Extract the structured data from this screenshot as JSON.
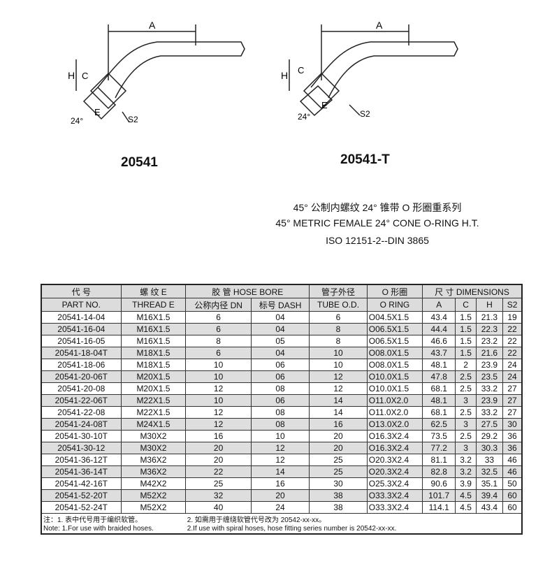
{
  "drawings": [
    {
      "model": "20541",
      "labels": {
        "a": "A",
        "h": "H",
        "c": "C",
        "e": "E",
        "angle": "24°",
        "s2": "S2"
      }
    },
    {
      "model": "20541-T",
      "labels": {
        "a": "A",
        "h": "H",
        "c": "C",
        "e": "E",
        "angle": "24°",
        "s2": "S2"
      }
    }
  ],
  "spec": {
    "line_cn": "45° 公制内螺纹 24° 锥带 O 形圈重系列",
    "line_en": "45° METRIC FEMALE 24° CONE O-RING H.T.",
    "standard": "ISO 12151-2--DIN 3865"
  },
  "table": {
    "header1": {
      "part": "代 号",
      "thread": "螺 纹 E",
      "hose": "胶 管 HOSE BORE",
      "tube": "管子外径",
      "oring": "O 形圈",
      "dims": "尺 寸 DIMENSIONS"
    },
    "header2": [
      "PART NO.",
      "THREAD E",
      "公称内径 DN",
      "标号 DASH",
      "TUBE O.D.",
      "O RING",
      "A",
      "C",
      "H",
      "S2"
    ],
    "rows": [
      [
        "20541-14-04",
        "M16X1.5",
        "6",
        "04",
        "6",
        "O04.5X1.5",
        "43.4",
        "1.5",
        "21.3",
        "19"
      ],
      [
        "20541-16-04",
        "M16X1.5",
        "6",
        "04",
        "8",
        "O06.5X1.5",
        "44.4",
        "1.5",
        "22.3",
        "22"
      ],
      [
        "20541-16-05",
        "M16X1.5",
        "8",
        "05",
        "8",
        "O06.5X1.5",
        "46.6",
        "1.5",
        "23.2",
        "22"
      ],
      [
        "20541-18-04T",
        "M18X1.5",
        "6",
        "04",
        "10",
        "O08.0X1.5",
        "43.7",
        "1.5",
        "21.6",
        "22"
      ],
      [
        "20541-18-06",
        "M18X1.5",
        "10",
        "06",
        "10",
        "O08.0X1.5",
        "48.1",
        "2",
        "23.9",
        "24"
      ],
      [
        "20541-20-06T",
        "M20X1.5",
        "10",
        "06",
        "12",
        "O10.0X1.5",
        "47.8",
        "2.5",
        "23.5",
        "24"
      ],
      [
        "20541-20-08",
        "M20X1.5",
        "12",
        "08",
        "12",
        "O10.0X1.5",
        "68.1",
        "2.5",
        "33.2",
        "27"
      ],
      [
        "20541-22-06T",
        "M22X1.5",
        "10",
        "06",
        "14",
        "O11.0X2.0",
        "48.1",
        "3",
        "23.9",
        "27"
      ],
      [
        "20541-22-08",
        "M22X1.5",
        "12",
        "08",
        "14",
        "O11.0X2.0",
        "68.1",
        "2.5",
        "33.2",
        "27"
      ],
      [
        "20541-24-08T",
        "M24X1.5",
        "12",
        "08",
        "16",
        "O13.0X2.0",
        "62.5",
        "3",
        "27.5",
        "30"
      ],
      [
        "20541-30-10T",
        "M30X2",
        "16",
        "10",
        "20",
        "O16.3X2.4",
        "73.5",
        "2.5",
        "29.2",
        "36"
      ],
      [
        "20541-30-12",
        "M30X2",
        "20",
        "12",
        "20",
        "O16.3X2.4",
        "77.2",
        "3",
        "30.3",
        "36"
      ],
      [
        "20541-36-12T",
        "M36X2",
        "20",
        "12",
        "25",
        "O20.3X2.4",
        "81.1",
        "3.2",
        "33",
        "46"
      ],
      [
        "20541-36-14T",
        "M36X2",
        "22",
        "14",
        "25",
        "O20.3X2.4",
        "82.8",
        "3.2",
        "32.5",
        "46"
      ],
      [
        "20541-42-16T",
        "M42X2",
        "25",
        "16",
        "30",
        "O25.3X2.4",
        "90.6",
        "3.9",
        "35.1",
        "50"
      ],
      [
        "20541-52-20T",
        "M52X2",
        "32",
        "20",
        "38",
        "O33.3X2.4",
        "101.7",
        "4.5",
        "39.4",
        "60"
      ],
      [
        "20541-52-24T",
        "M52X2",
        "40",
        "24",
        "38",
        "O33.3X2.4",
        "114.1",
        "4.5",
        "43.4",
        "60"
      ]
    ],
    "notes": {
      "cn1": "注：1. 表中代号用于编织软管。",
      "cn2": "2. 如需用于缠绕软管代号改为 20542-xx-xx。",
      "en1": "Note: 1.For use with braided hoses.",
      "en2": "2.If use with spiral hoses, hose fitting series number is 20542-xx-xx."
    }
  }
}
